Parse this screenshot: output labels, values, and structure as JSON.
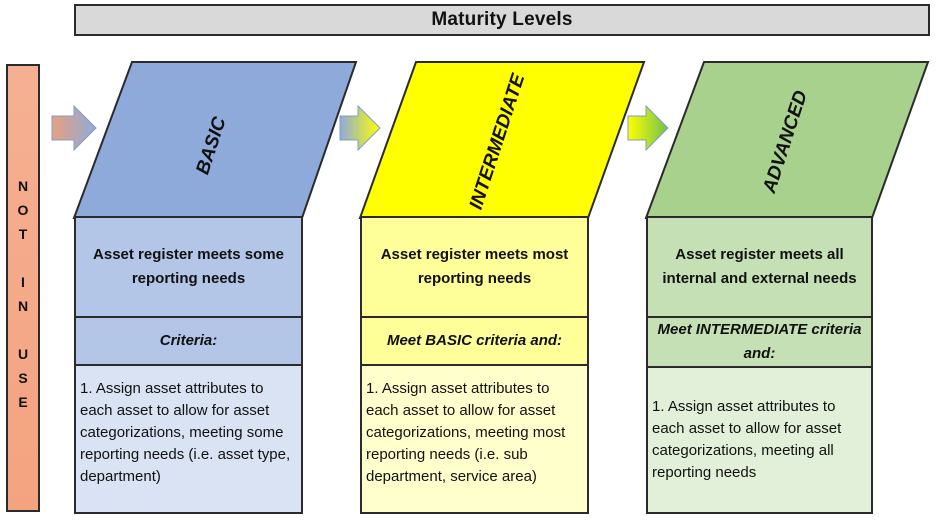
{
  "banner": {
    "title": "Maturity Levels"
  },
  "not_in_use": {
    "letters": [
      "N",
      "O",
      "T",
      "",
      "I",
      "N",
      "",
      "U",
      "S",
      "E"
    ]
  },
  "levels": [
    {
      "name": "BASIC",
      "heading": "Asset register meets some reporting needs",
      "criteria": "Criteria:",
      "body": "1. Assign asset attributes to each asset to allow for asset categorizations, meeting some reporting needs (i.e. asset type, department)",
      "colors": {
        "para": "#8eaadb",
        "head": "#b4c6e7",
        "body": "#dae3f3",
        "arrow_start": "#e9a07e",
        "arrow_end": "#8eaadb"
      }
    },
    {
      "name": "INTERMEDIATE",
      "heading": "Asset register meets most reporting needs",
      "criteria": "Meet BASIC criteria and:",
      "body": "1. Assign asset attributes to each asset to allow for asset categorizations, meeting most reporting needs (i.e. sub department, service area)",
      "colors": {
        "para": "#ffff00",
        "head": "#ffff99",
        "body": "#ffffcc",
        "arrow_start": "#8eaadb",
        "arrow_end": "#ffff00"
      }
    },
    {
      "name": "ADVANCED",
      "heading": "Asset register meets all internal and external needs",
      "criteria": "Meet INTERMEDIATE criteria and:",
      "body": "1. Assign asset attributes to each asset to allow for asset categorizations, meeting all reporting needs",
      "colors": {
        "para": "#a9d18e",
        "head": "#c5e0b4",
        "body": "#e2f0d9",
        "arrow_start": "#ffff00",
        "arrow_end": "#70c050"
      }
    }
  ]
}
